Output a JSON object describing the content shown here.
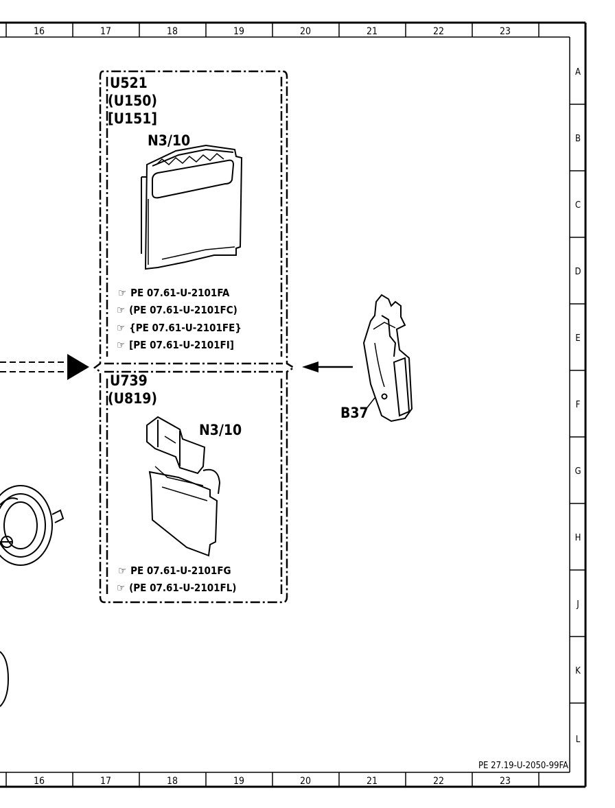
{
  "grid": {
    "columns": [
      "16",
      "17",
      "18",
      "19",
      "20",
      "21",
      "22",
      "23"
    ],
    "rows": [
      "A",
      "B",
      "C",
      "D",
      "E",
      "F",
      "G",
      "H",
      "J",
      "K",
      "L"
    ]
  },
  "upper_group": {
    "codes": [
      "U521",
      "(U150)",
      "[U151]"
    ],
    "part": "N3/10",
    "refs": [
      "PE  07.61-U-2101FA",
      "(PE  07.61-U-2101FC)",
      "{PE  07.61-U-2101FE}",
      "[PE  07.61-U-2101FI]"
    ]
  },
  "lower_group": {
    "codes": [
      "U739",
      "(U819)"
    ],
    "part": "N3/10",
    "refs": [
      "PE  07.61-U-2101FG",
      "(PE  07.61-U-2101FL)"
    ]
  },
  "pedal_label": "B37",
  "doc_ref": "PE  27.19-U-2050-99FA",
  "ref_icon": "book-pointer-icon"
}
